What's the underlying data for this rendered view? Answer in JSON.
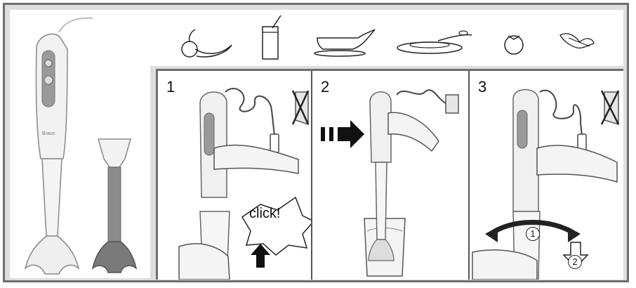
{
  "ellipsis": "• • •",
  "brand": "Braun",
  "steps": [
    {
      "number": "1",
      "callout": "click!"
    },
    {
      "number": "2"
    },
    {
      "number": "3",
      "sub_steps": [
        "1",
        "2"
      ]
    }
  ],
  "food_icons": [
    "fruit-icon",
    "drink-glass-icon",
    "sauce-boat-icon",
    "soup-plate-icon",
    "tomato-icon",
    "herbs-icon"
  ],
  "colors": {
    "frame": "#6e6e6e",
    "background": "#dedede",
    "body": "#f2f2f2",
    "accent_grey": "#9a9a9a"
  }
}
